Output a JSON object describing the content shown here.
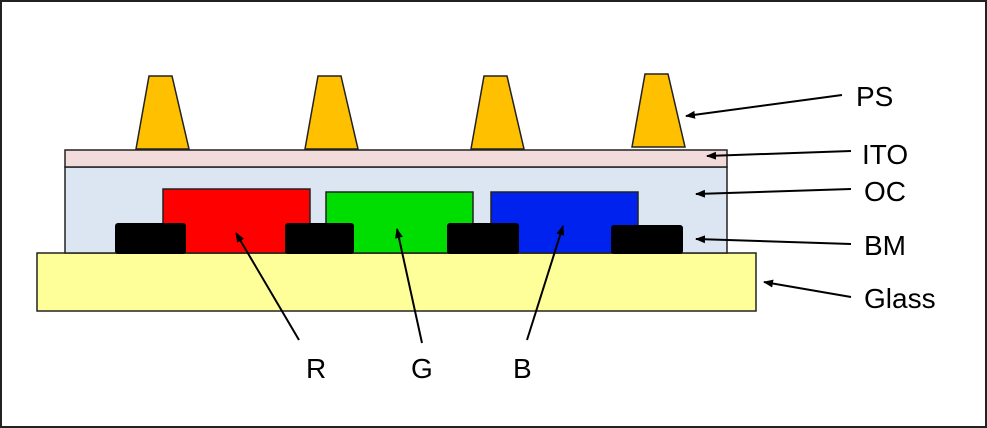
{
  "labels": {
    "ps": "PS",
    "ito": "ITO",
    "oc": "OC",
    "bm": "BM",
    "glass": "Glass",
    "r": "R",
    "g": "G",
    "b": "B"
  },
  "colors": {
    "ps": "#FFC000",
    "ito": "#F2DCDB",
    "oc": "#DCE6F2",
    "glass": "#FFFF99",
    "bm": "#000000",
    "r": "#FF0000",
    "g": "#00DD00",
    "b": "#0022EE"
  }
}
